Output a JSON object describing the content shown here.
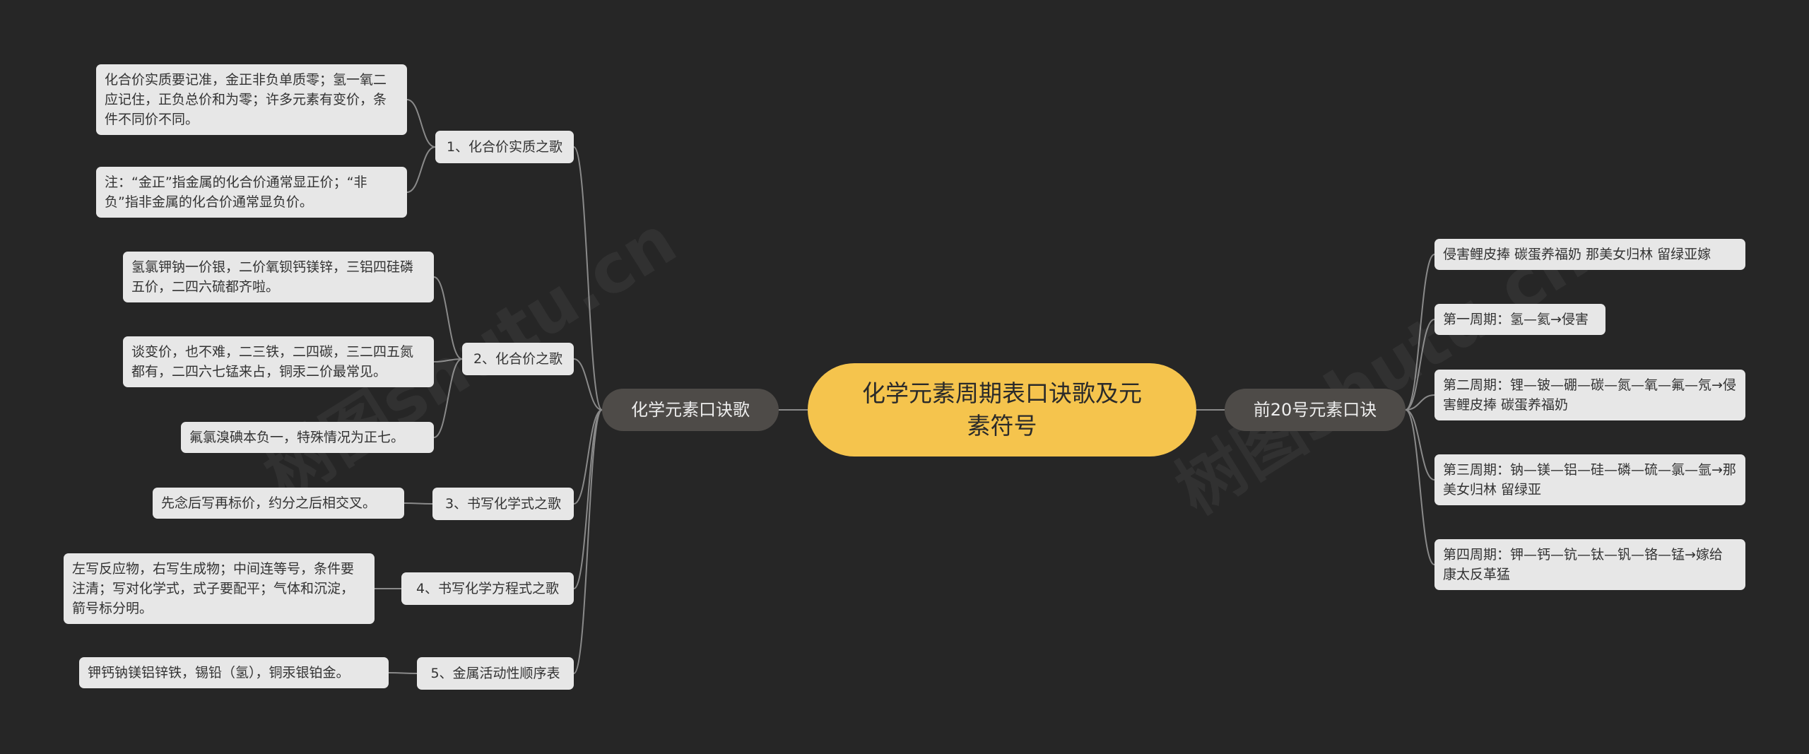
{
  "root": {
    "title": "化学元素周期表口诀歌及元素符号"
  },
  "left_branch": {
    "label": "化学元素口诀歌",
    "categories": [
      {
        "label": "1、化合价实质之歌",
        "leaves": [
          "化合价实质要记准，金正非负单质零；氢一氧二应记住，正负总价和为零；许多元素有变价，条件不同价不同。",
          "注：“金正”指金属的化合价通常显正价；“非负”指非金属的化合价通常显负价。"
        ]
      },
      {
        "label": "2、化合价之歌",
        "leaves": [
          "氢氯钾钠一价银，二价氧钡钙镁锌，三铝四硅磷五价，二四六硫都齐啦。",
          "谈变价，也不难，二三铁，二四碳，三二四五氮都有，二四六七锰来占，铜汞二价最常见。",
          "氟氯溴碘本负一，特殊情况为正七。"
        ]
      },
      {
        "label": "3、书写化学式之歌",
        "leaves": [
          "先念后写再标价，约分之后相交叉。"
        ]
      },
      {
        "label": "4、书写化学方程式之歌",
        "leaves": [
          "左写反应物，右写生成物；中间连等号，条件要注清；写对化学式，式子要配平；气体和沉淀，箭号标分明。"
        ]
      },
      {
        "label": "5、金属活动性顺序表",
        "leaves": [
          "钾钙钠镁铝锌铁，锡铅（氢），铜汞银铂金。"
        ]
      }
    ]
  },
  "right_branch": {
    "label": "前20号元素口诀",
    "leaves": [
      "侵害鲤皮捧 碳蛋养福奶 那美女归林 留绿亚嫁",
      "第一周期：氢—氦→侵害",
      "第二周期：锂—铍—硼—碳—氮—氧—氟—氖→侵害鲤皮捧 碳蛋养福奶",
      "第三周期：钠—镁—铝—硅—磷—硫—氯—氩→那美女归林 留绿亚",
      "第四周期：钾—钙—钪—钛—钒—铬—锰→嫁给 康太反革猛"
    ]
  },
  "watermark": "树图shutu.cn",
  "colors": {
    "background": "#262626",
    "root": "#f5c44d",
    "branch": "#4e4b48",
    "node": "#e7e7e7",
    "link": "#8a8a8a"
  }
}
